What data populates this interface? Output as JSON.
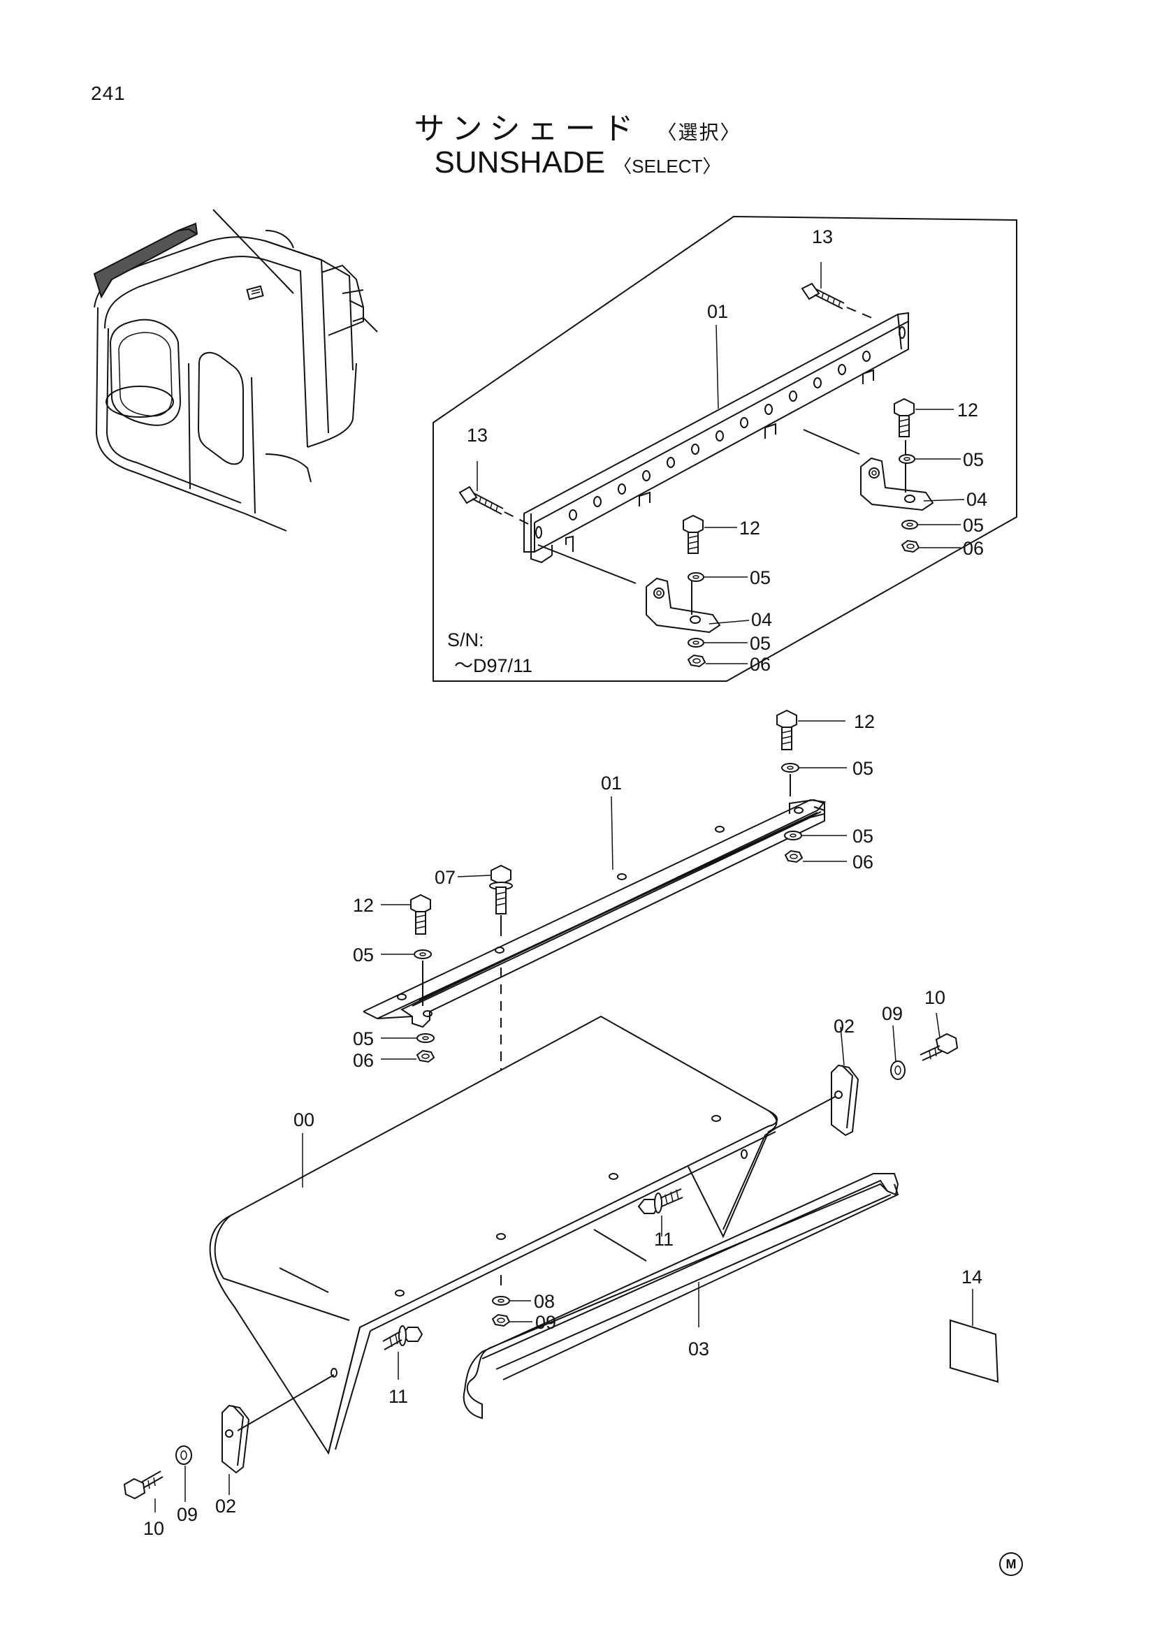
{
  "page_number": "241",
  "title_jp": "サンシェード",
  "title_jp_select": "〈選択〉",
  "title_en": "SUNSHADE",
  "title_en_select": "〈SELECT〉",
  "serial_label": "S/N:",
  "serial_value": "～D97/11",
  "mark": "M",
  "callouts": {
    "c00": "00",
    "c01": "01",
    "c02": "02",
    "c03": "03",
    "c04": "04",
    "c05": "05",
    "c06": "06",
    "c07": "07",
    "c08": "08",
    "c09": "09",
    "c10": "10",
    "c11": "11",
    "c12": "12",
    "c13": "13",
    "c14": "14"
  }
}
